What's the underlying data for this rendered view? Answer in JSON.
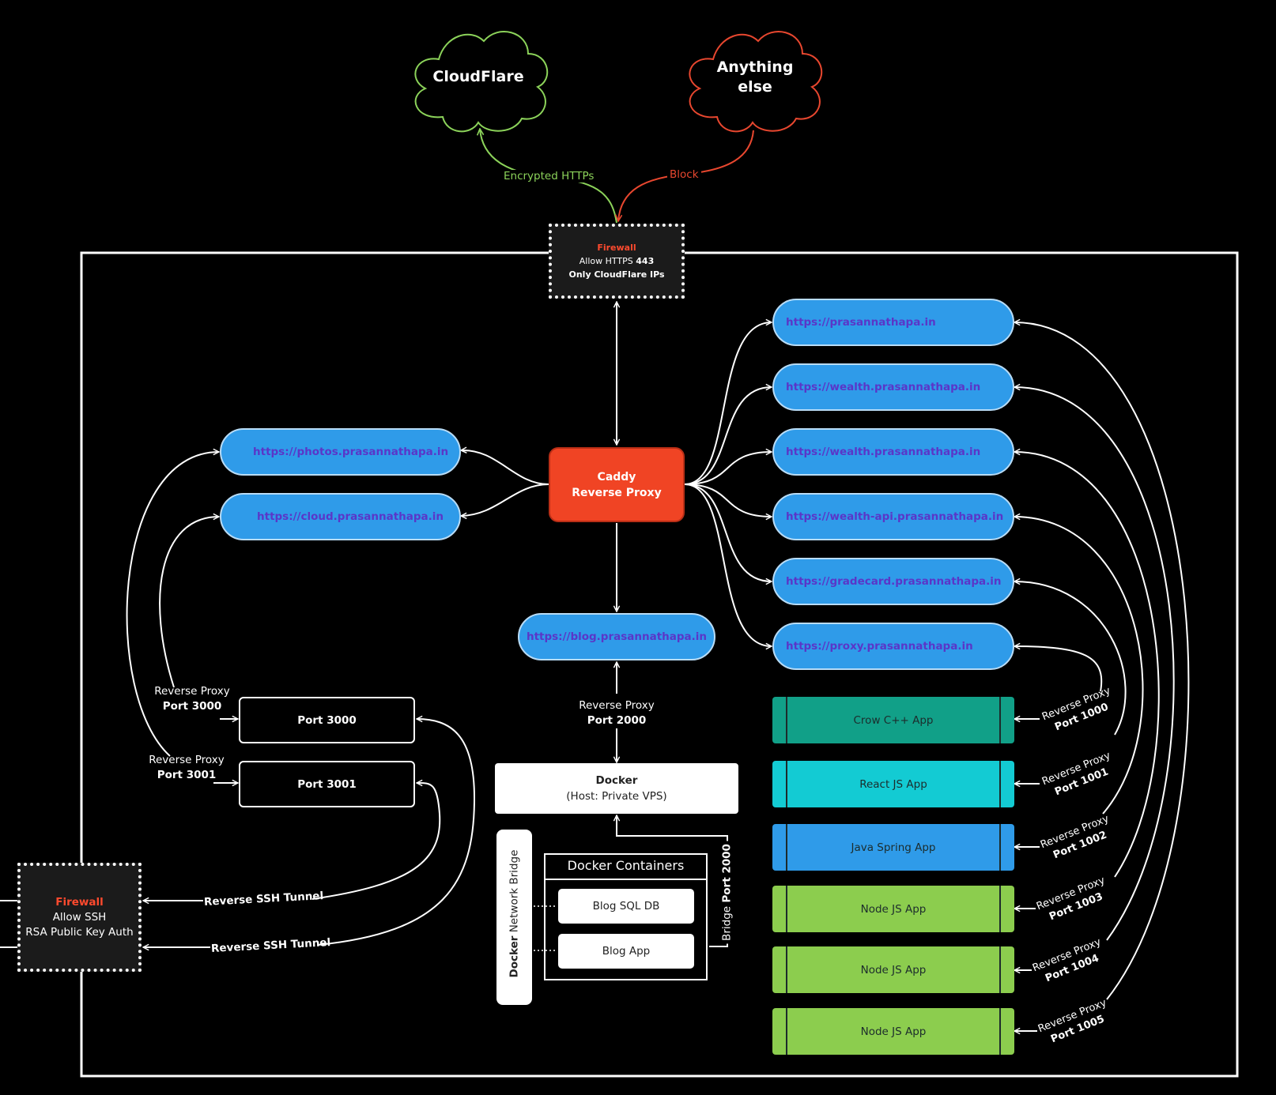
{
  "clouds": {
    "cloudflare": "CloudFlare",
    "anything_line1": "Anything",
    "anything_line2": "else"
  },
  "edges": {
    "encrypted": "Encrypted HTTPs",
    "block": "Block",
    "reverse_ssh_1": "Reverse SSH Tunnel",
    "reverse_ssh_2": "Reverse SSH Tunnel"
  },
  "firewall_top": {
    "title": "Firewall",
    "line1_prefix": "Allow HTTPS ",
    "line1_port": "443",
    "line2": "Only CloudFlare IPs"
  },
  "firewall_bottom": {
    "title": "Firewall",
    "line1": "Allow SSH",
    "line2": "RSA Public Key Auth"
  },
  "caddy": {
    "line1": "Caddy",
    "line2": "Reverse Proxy"
  },
  "left_domains": [
    "https://photos.prasannathapa.in",
    "https://cloud.prasannathapa.in"
  ],
  "right_domains": [
    "https://prasannathapa.in",
    "https://wealth.prasannathapa.in",
    "https://wealth.prasannathapa.in",
    "https://wealth-api.prasannathapa.in",
    "https://gradecard.prasannathapa.in",
    "https://proxy.prasannathapa.in"
  ],
  "blog_domain": "https://blog.prasannathapa.in",
  "ports": [
    "Port 3000",
    "Port 3001"
  ],
  "port_labels": [
    {
      "line1": "Reverse Proxy",
      "line2": "Port 3000"
    },
    {
      "line1": "Reverse Proxy",
      "line2": "Port 3001"
    }
  ],
  "blog_proxy": {
    "line1": "Reverse Proxy",
    "line2": "Port 2000"
  },
  "docker": {
    "title": "Docker",
    "subtitle": "(Host: Private VPS)"
  },
  "bridge": {
    "bold": "Docker",
    "rest": " Network Bridge"
  },
  "bridge_port": {
    "rest": "Bridge ",
    "bold": "Port 2000"
  },
  "containers": {
    "title": "Docker Containers",
    "items": [
      "Blog SQL DB",
      "Blog App"
    ]
  },
  "apps": [
    {
      "name": "Crow C++ App",
      "color": "#11a088"
    },
    {
      "name": "React JS App",
      "color": "#13cbd3"
    },
    {
      "name": "Java Spring App",
      "color": "#2f9be9"
    },
    {
      "name": "Node JS App",
      "color": "#8ccd4e"
    },
    {
      "name": "Node JS App",
      "color": "#8ccd4e"
    },
    {
      "name": "Node JS App",
      "color": "#8ccd4e"
    }
  ],
  "app_proxies": [
    {
      "line1": "Reverse Proxy",
      "line2": "Port 1000"
    },
    {
      "line1": "Reverse Proxy",
      "line2": "Port 1001"
    },
    {
      "line1": "Reverse Proxy",
      "line2": "Port 1002"
    },
    {
      "line1": "Reverse Proxy",
      "line2": "Port 1003"
    },
    {
      "line1": "Reverse Proxy",
      "line2": "Port 1004"
    },
    {
      "line1": "Reverse Proxy",
      "line2": "Port 1005"
    }
  ],
  "colors": {
    "green": "#8cd35a",
    "red": "#e8472f",
    "accent_blue": "#2f9be9",
    "caddy": "#f04424"
  }
}
